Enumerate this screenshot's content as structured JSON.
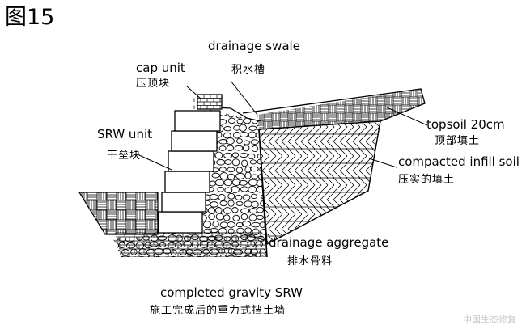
{
  "figure": {
    "label": "图15"
  },
  "labels": {
    "cap_unit": {
      "en": "cap unit",
      "zh": "压顶块"
    },
    "drainage_swale": {
      "en": "drainage swale",
      "zh": "积水槽"
    },
    "srw_unit": {
      "en": "SRW unit",
      "zh": "干垒块"
    },
    "topsoil": {
      "en": "topsoil 20cm",
      "zh": "顶部填土"
    },
    "compacted_infill": {
      "en": "compacted infill soil",
      "zh": "压实的填土"
    },
    "drainage_aggregate": {
      "en": "drainage aggregate",
      "zh": "排水骨料"
    },
    "caption": {
      "en": "completed gravity SRW",
      "zh": "施工完成后的重力式挡土墙"
    }
  },
  "watermark": "中国生态修复",
  "colors": {
    "ink": "#000000",
    "background": "#ffffff",
    "watermark": "#c8c8c8"
  }
}
